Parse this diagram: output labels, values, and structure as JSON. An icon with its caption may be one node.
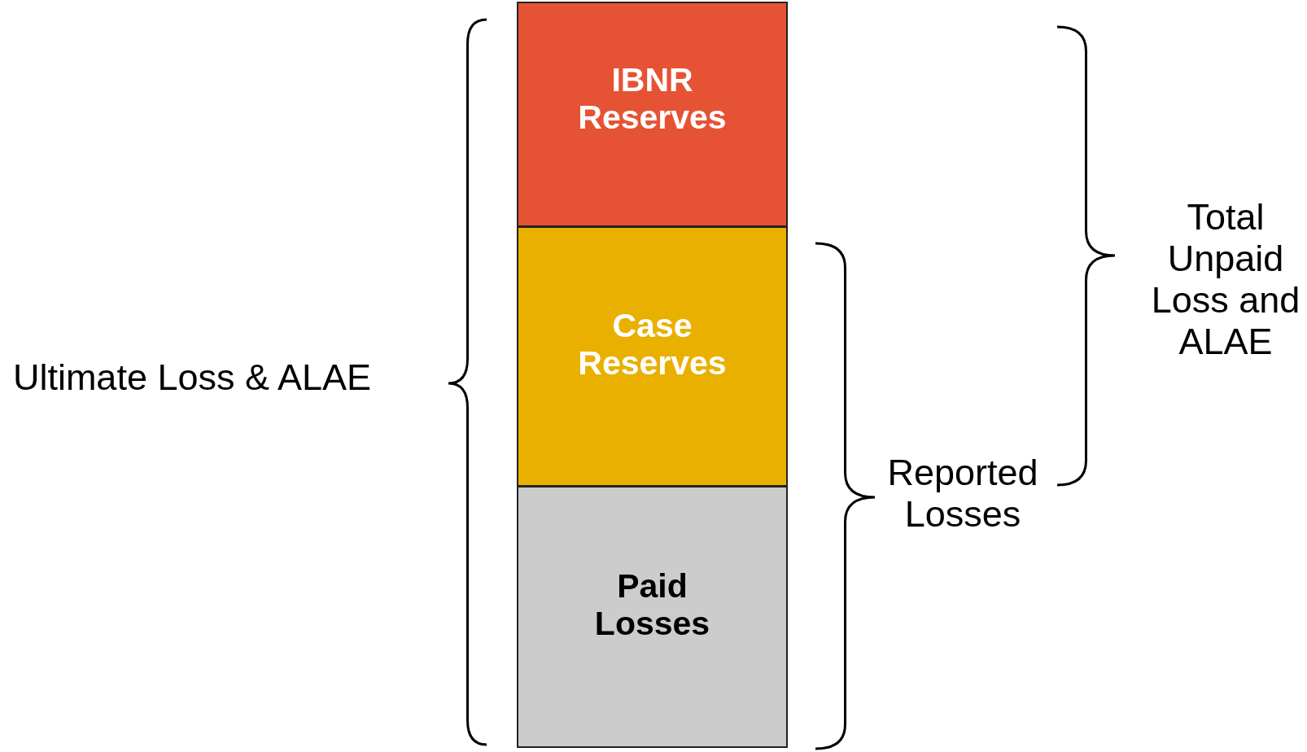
{
  "diagram": {
    "nodes": [
      {
        "text": [
          "IBNR Reserves"
        ]
      },
      {
        "text": [
          "Case Reserves"
        ]
      },
      {
        "text": [
          "Paid Losses"
        ]
      }
    ],
    "labels": [
      "Ultimate Loss & ALAE",
      "Total Unpaid Loss and ALAE",
      "Reported Losses"
    ]
  }
}
